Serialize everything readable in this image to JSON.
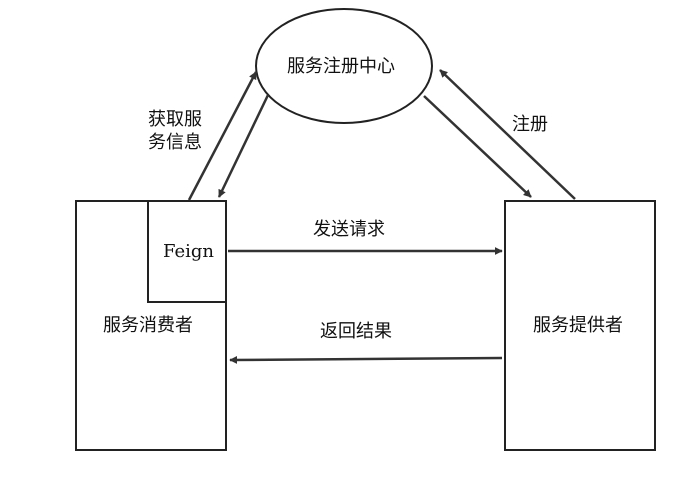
{
  "nodes": {
    "registry": "服务注册中心",
    "consumer": "服务消费者",
    "feign": "Feign",
    "provider": "服务提供者"
  },
  "edges": {
    "get_info_line1": "获取服",
    "get_info_line2": "务信息",
    "register": "注册",
    "send_request": "发送请求",
    "return_result": "返回结果"
  }
}
